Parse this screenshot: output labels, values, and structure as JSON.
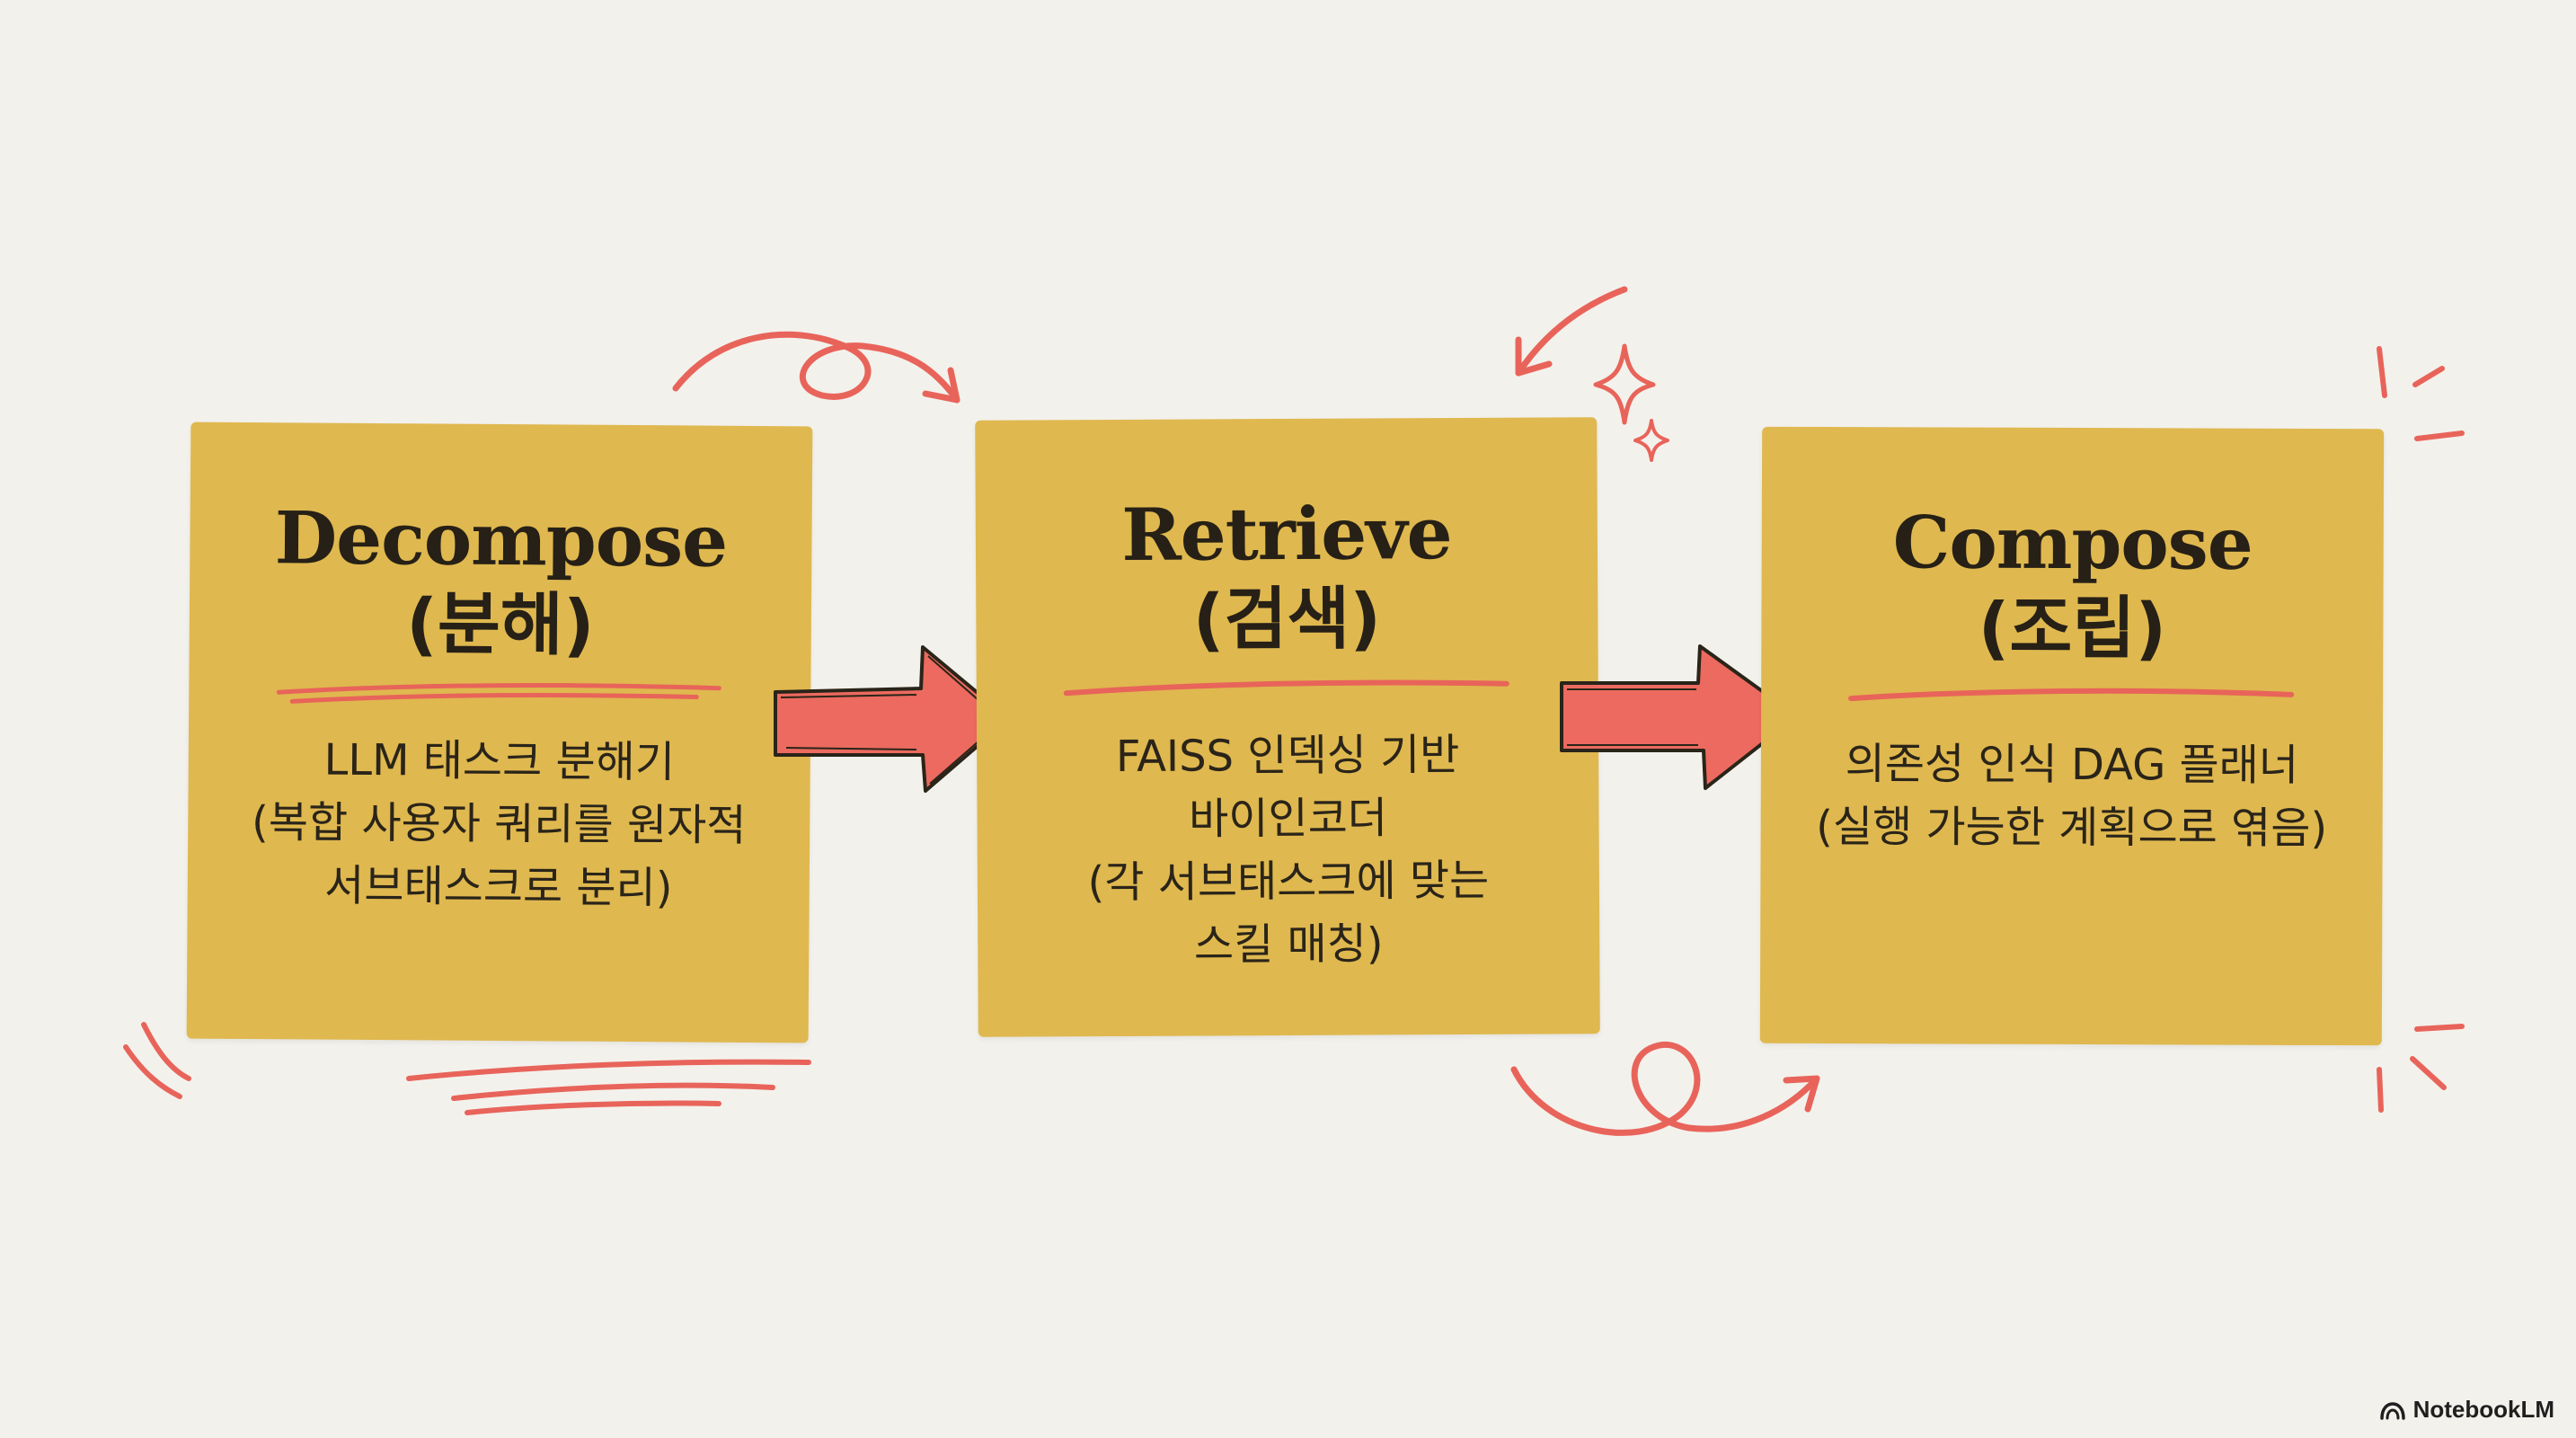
{
  "cards": [
    {
      "title": "Decompose",
      "subtitle": "(분해)",
      "description": [
        "LLM 태스크 분해기",
        "(복합 사용자 쿼리를 원자적",
        "서브태스크로 분리)"
      ]
    },
    {
      "title": "Retrieve",
      "subtitle": "(검색)",
      "description": [
        "FAISS 인덱싱 기반",
        "바이인코더",
        "(각 서브태스크에 맞는",
        "스킬 매칭)"
      ]
    },
    {
      "title": "Compose",
      "subtitle": "(조립)",
      "description": [
        "의존성 인식 DAG 플래너",
        "(실행 가능한 계획으로 엮음)"
      ]
    }
  ],
  "brand": {
    "label": "NotebookLM",
    "icon": "notebooklm-logo-icon"
  },
  "colors": {
    "background": "#f3f1ec",
    "card": "#dfb84f",
    "accent": "#e8645a",
    "text": "#262016"
  }
}
